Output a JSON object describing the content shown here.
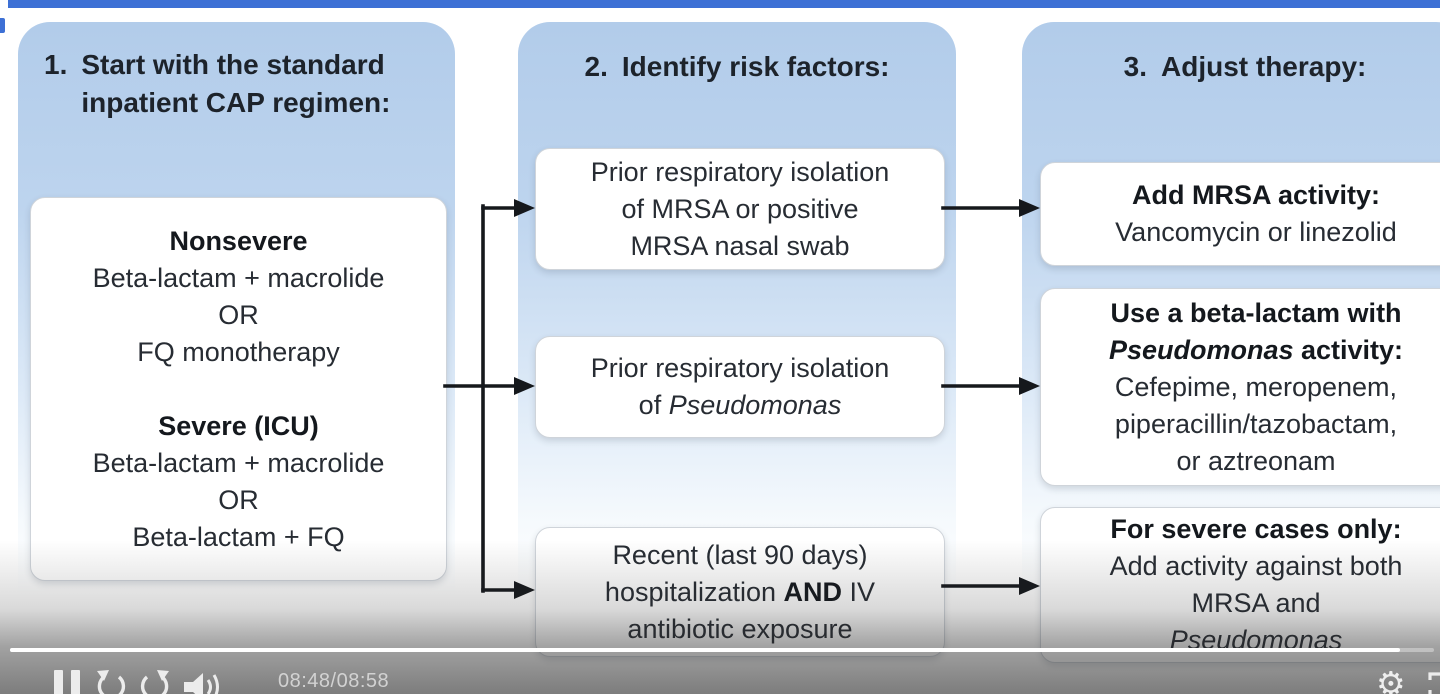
{
  "meta": {
    "accent_blue": "#3d70d5",
    "panel_blue": "#b2ccea",
    "box_background": "#ffffff",
    "arrow_color": "#15181c"
  },
  "columns": [
    {
      "num": "1.",
      "title": "Start with the standard inpatient CAP regimen:"
    },
    {
      "num": "2.",
      "title": "Identify risk factors:"
    },
    {
      "num": "3.",
      "title": "Adjust therapy:"
    }
  ],
  "left_box": {
    "lines": [
      {
        "segs": [
          {
            "t": "Nonsevere",
            "b": true
          }
        ]
      },
      {
        "segs": [
          {
            "t": "Beta-lactam + macrolide"
          }
        ]
      },
      {
        "segs": [
          {
            "t": "OR"
          }
        ]
      },
      {
        "segs": [
          {
            "t": "FQ monotherapy"
          }
        ]
      },
      {
        "spacer": true
      },
      {
        "segs": [
          {
            "t": "Severe (ICU)",
            "b": true
          }
        ]
      },
      {
        "segs": [
          {
            "t": "Beta-lactam + macrolide"
          }
        ]
      },
      {
        "segs": [
          {
            "t": "OR"
          }
        ]
      },
      {
        "segs": [
          {
            "t": "Beta-lactam + FQ"
          }
        ]
      }
    ]
  },
  "risk_boxes": [
    {
      "lines": [
        {
          "segs": [
            {
              "t": "Prior respiratory isolation"
            }
          ]
        },
        {
          "segs": [
            {
              "t": "of MRSA or positive"
            }
          ]
        },
        {
          "segs": [
            {
              "t": "MRSA nasal swab"
            }
          ]
        }
      ]
    },
    {
      "lines": [
        {
          "segs": [
            {
              "t": "Prior respiratory isolation"
            }
          ]
        },
        {
          "segs": [
            {
              "t": "of "
            },
            {
              "t": "Pseudomonas",
              "i": true
            }
          ]
        }
      ]
    },
    {
      "lines": [
        {
          "segs": [
            {
              "t": "Recent (last 90 days)"
            }
          ]
        },
        {
          "segs": [
            {
              "t": "hospitalization "
            },
            {
              "t": "AND",
              "b": true
            },
            {
              "t": " IV"
            }
          ]
        },
        {
          "segs": [
            {
              "t": "antibiotic exposure"
            }
          ]
        }
      ]
    }
  ],
  "therapy_boxes": [
    {
      "lines": [
        {
          "segs": [
            {
              "t": "Add MRSA activity:",
              "b": true
            }
          ]
        },
        {
          "segs": [
            {
              "t": "Vancomycin or linezolid"
            }
          ]
        }
      ]
    },
    {
      "lines": [
        {
          "segs": [
            {
              "t": "Use a beta-lactam with",
              "b": true
            }
          ]
        },
        {
          "segs": [
            {
              "t": "Pseudomonas",
              "b": true,
              "i": true
            },
            {
              "t": " activity:",
              "b": true
            }
          ]
        },
        {
          "segs": [
            {
              "t": "Cefepime, meropenem,"
            }
          ]
        },
        {
          "segs": [
            {
              "t": "piperacillin/tazobactam,"
            }
          ]
        },
        {
          "segs": [
            {
              "t": "or aztreonam"
            }
          ]
        }
      ]
    },
    {
      "lines": [
        {
          "segs": [
            {
              "t": "For severe cases only:",
              "b": true
            }
          ]
        },
        {
          "segs": [
            {
              "t": "Add activity against both"
            }
          ]
        },
        {
          "segs": [
            {
              "t": "MRSA and"
            }
          ]
        },
        {
          "segs": [
            {
              "t": "Pseudomonas",
              "i": true
            }
          ]
        }
      ]
    }
  ],
  "player": {
    "time": "08:48/08:58",
    "progress_style": "width:97.6%",
    "settings_glyph": "⚙",
    "icons": [
      "pause-icon",
      "rewind-icon",
      "forward-icon",
      "volume-icon",
      "settings-icon",
      "fullscreen-icon"
    ]
  }
}
